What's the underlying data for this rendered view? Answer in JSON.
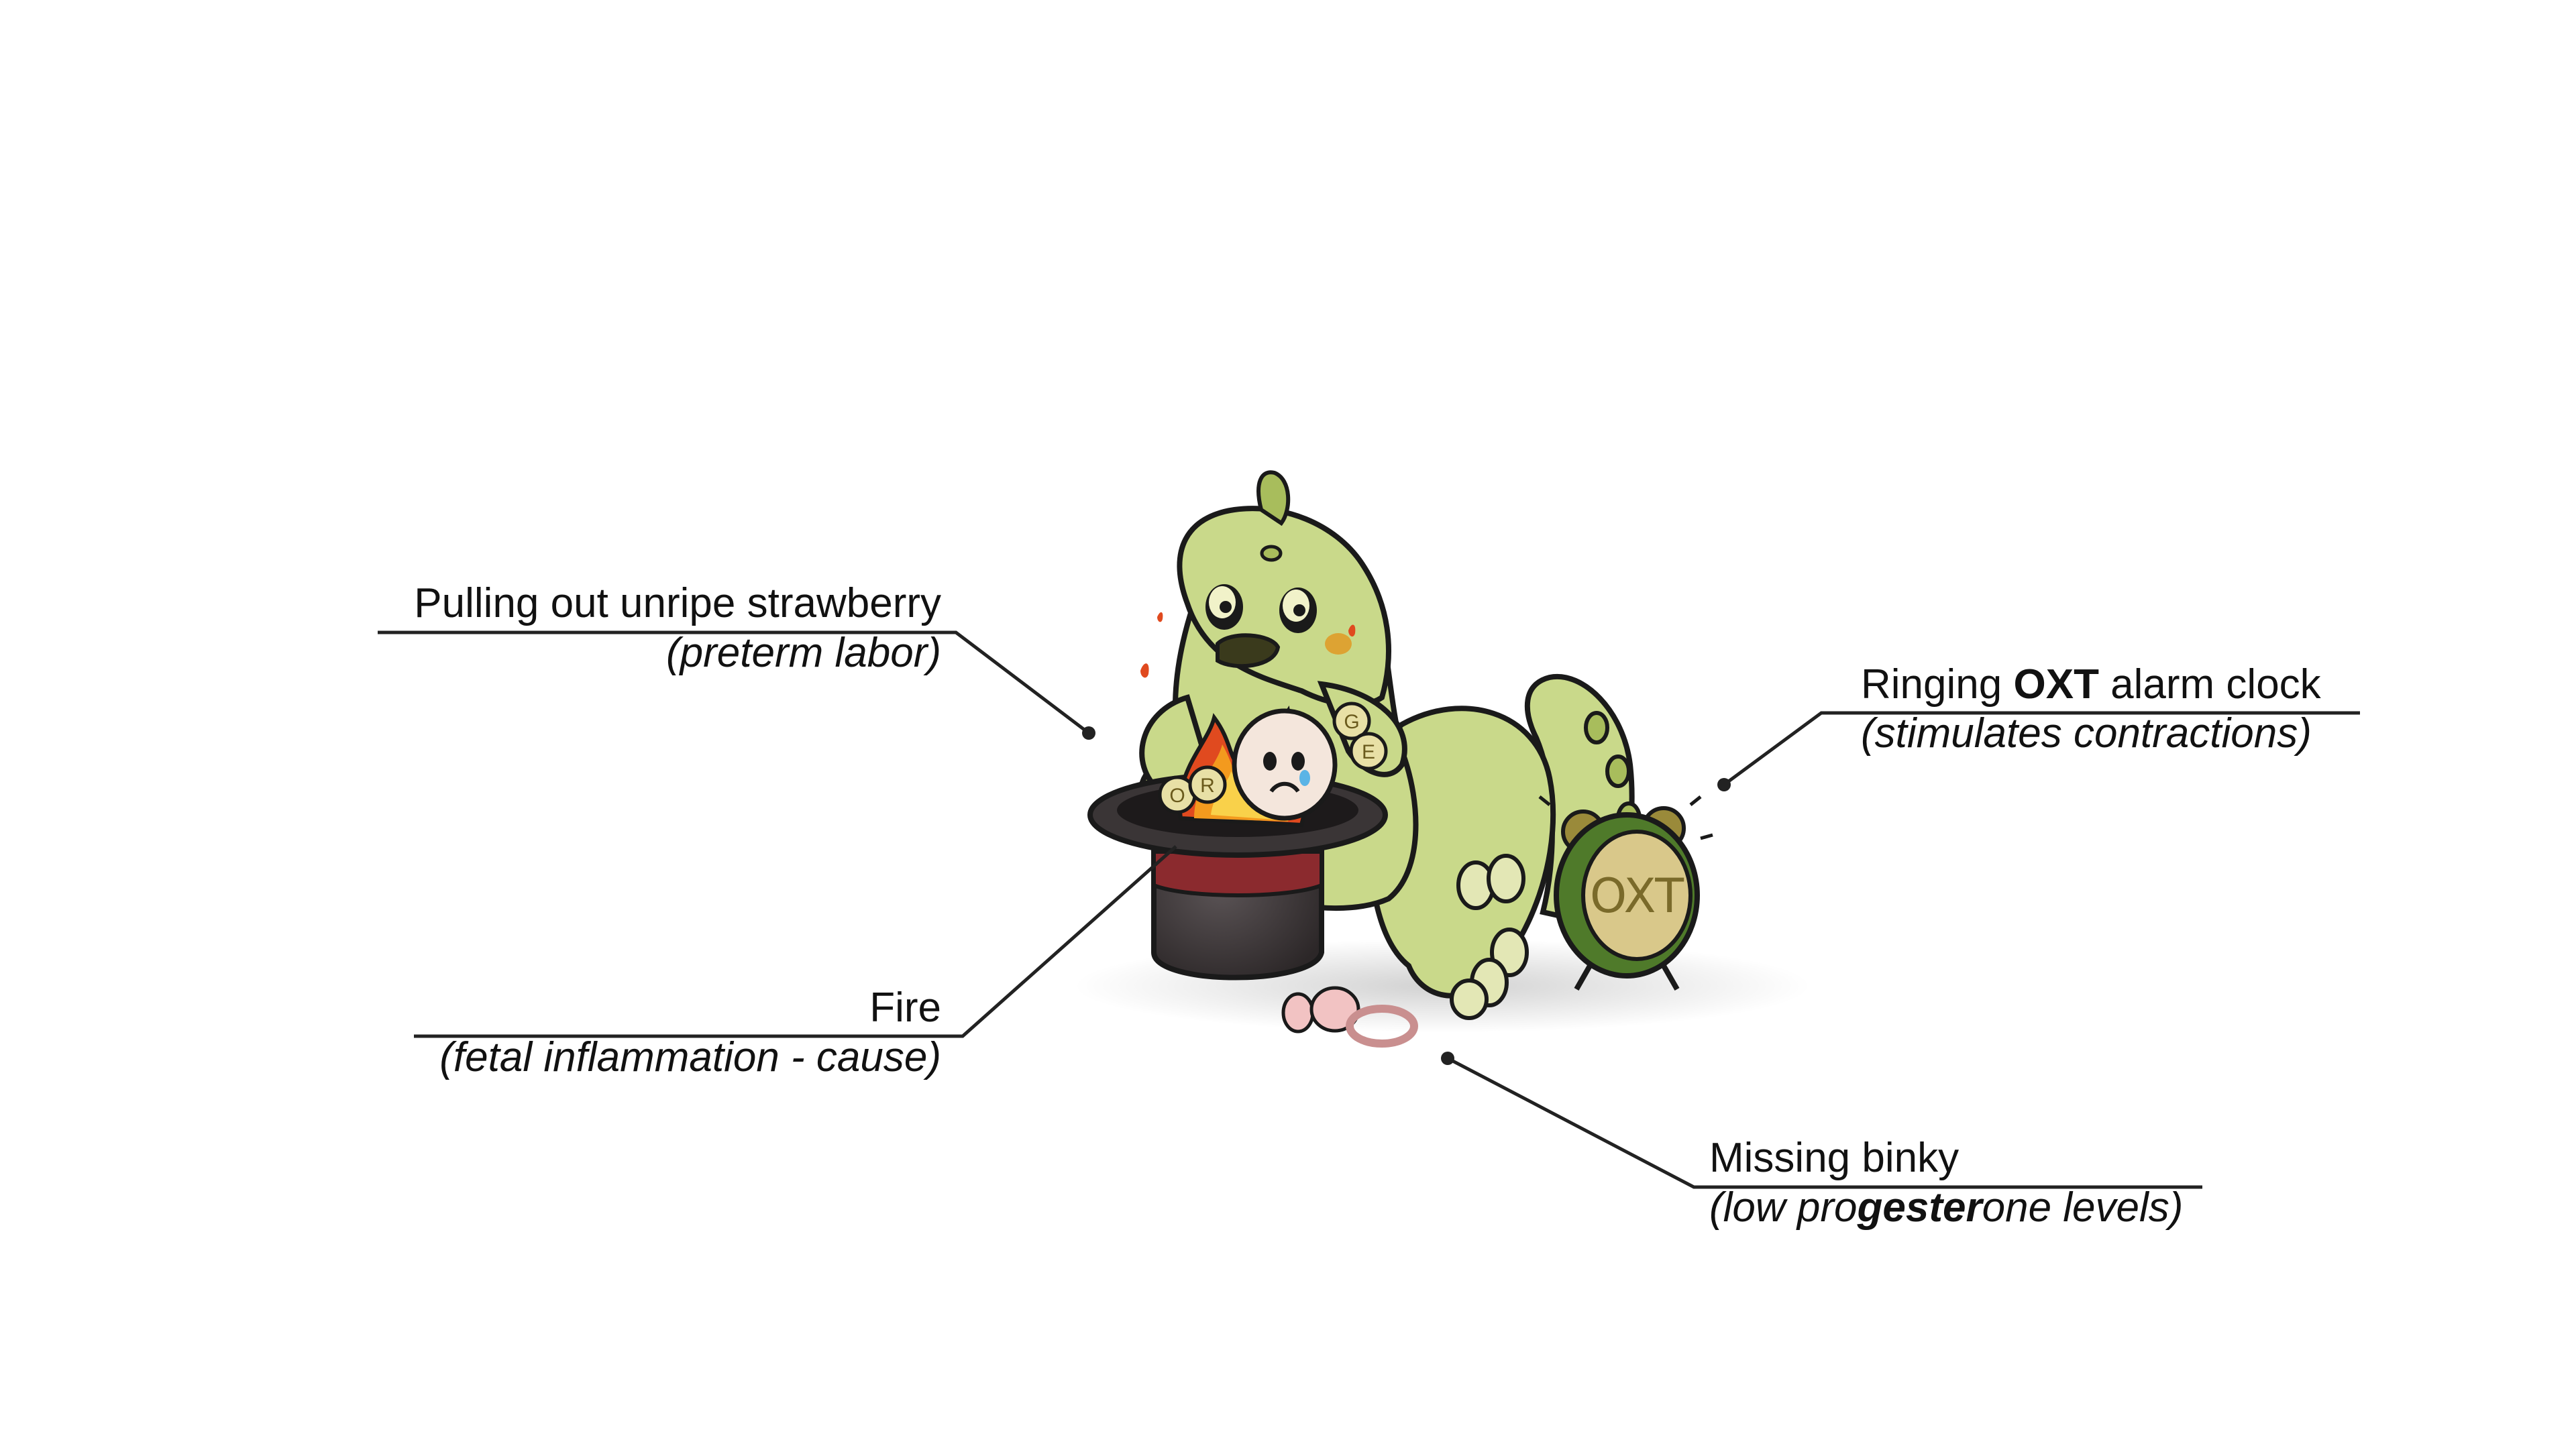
{
  "annotations": {
    "strawberry": {
      "title": "Pulling out unripe strawberry",
      "note": "(preterm labor)"
    },
    "fire": {
      "title": "Fire",
      "note": "(fetal inflammation - cause)"
    },
    "alarm": {
      "title_pre": "Ringing ",
      "title_bold": "OXT",
      "title_post": " alarm clock",
      "note": "(stimulates contractions)"
    },
    "binky": {
      "title": "Missing binky",
      "note_pre": "(low pro",
      "note_bold": "gester",
      "note_post": "one levels)"
    }
  },
  "illustration": {
    "clock_label": "OXT",
    "egg_letters": [
      "O",
      "R",
      "G",
      "E"
    ]
  },
  "colors": {
    "dino_body": "#c9d98a",
    "dino_outline": "#1a1a1a",
    "dino_shadow": "#a8bd5c",
    "hat": "#3a3536",
    "hat_band": "#8b2a2e",
    "fire_outer": "#f39a1e",
    "fire_inner": "#f9d14a",
    "flame_red": "#e04a1f",
    "clock_body": "#4f7a2a",
    "clock_face": "#d9c88a",
    "pacifier": "#f2c3c3",
    "line": "#222222"
  }
}
